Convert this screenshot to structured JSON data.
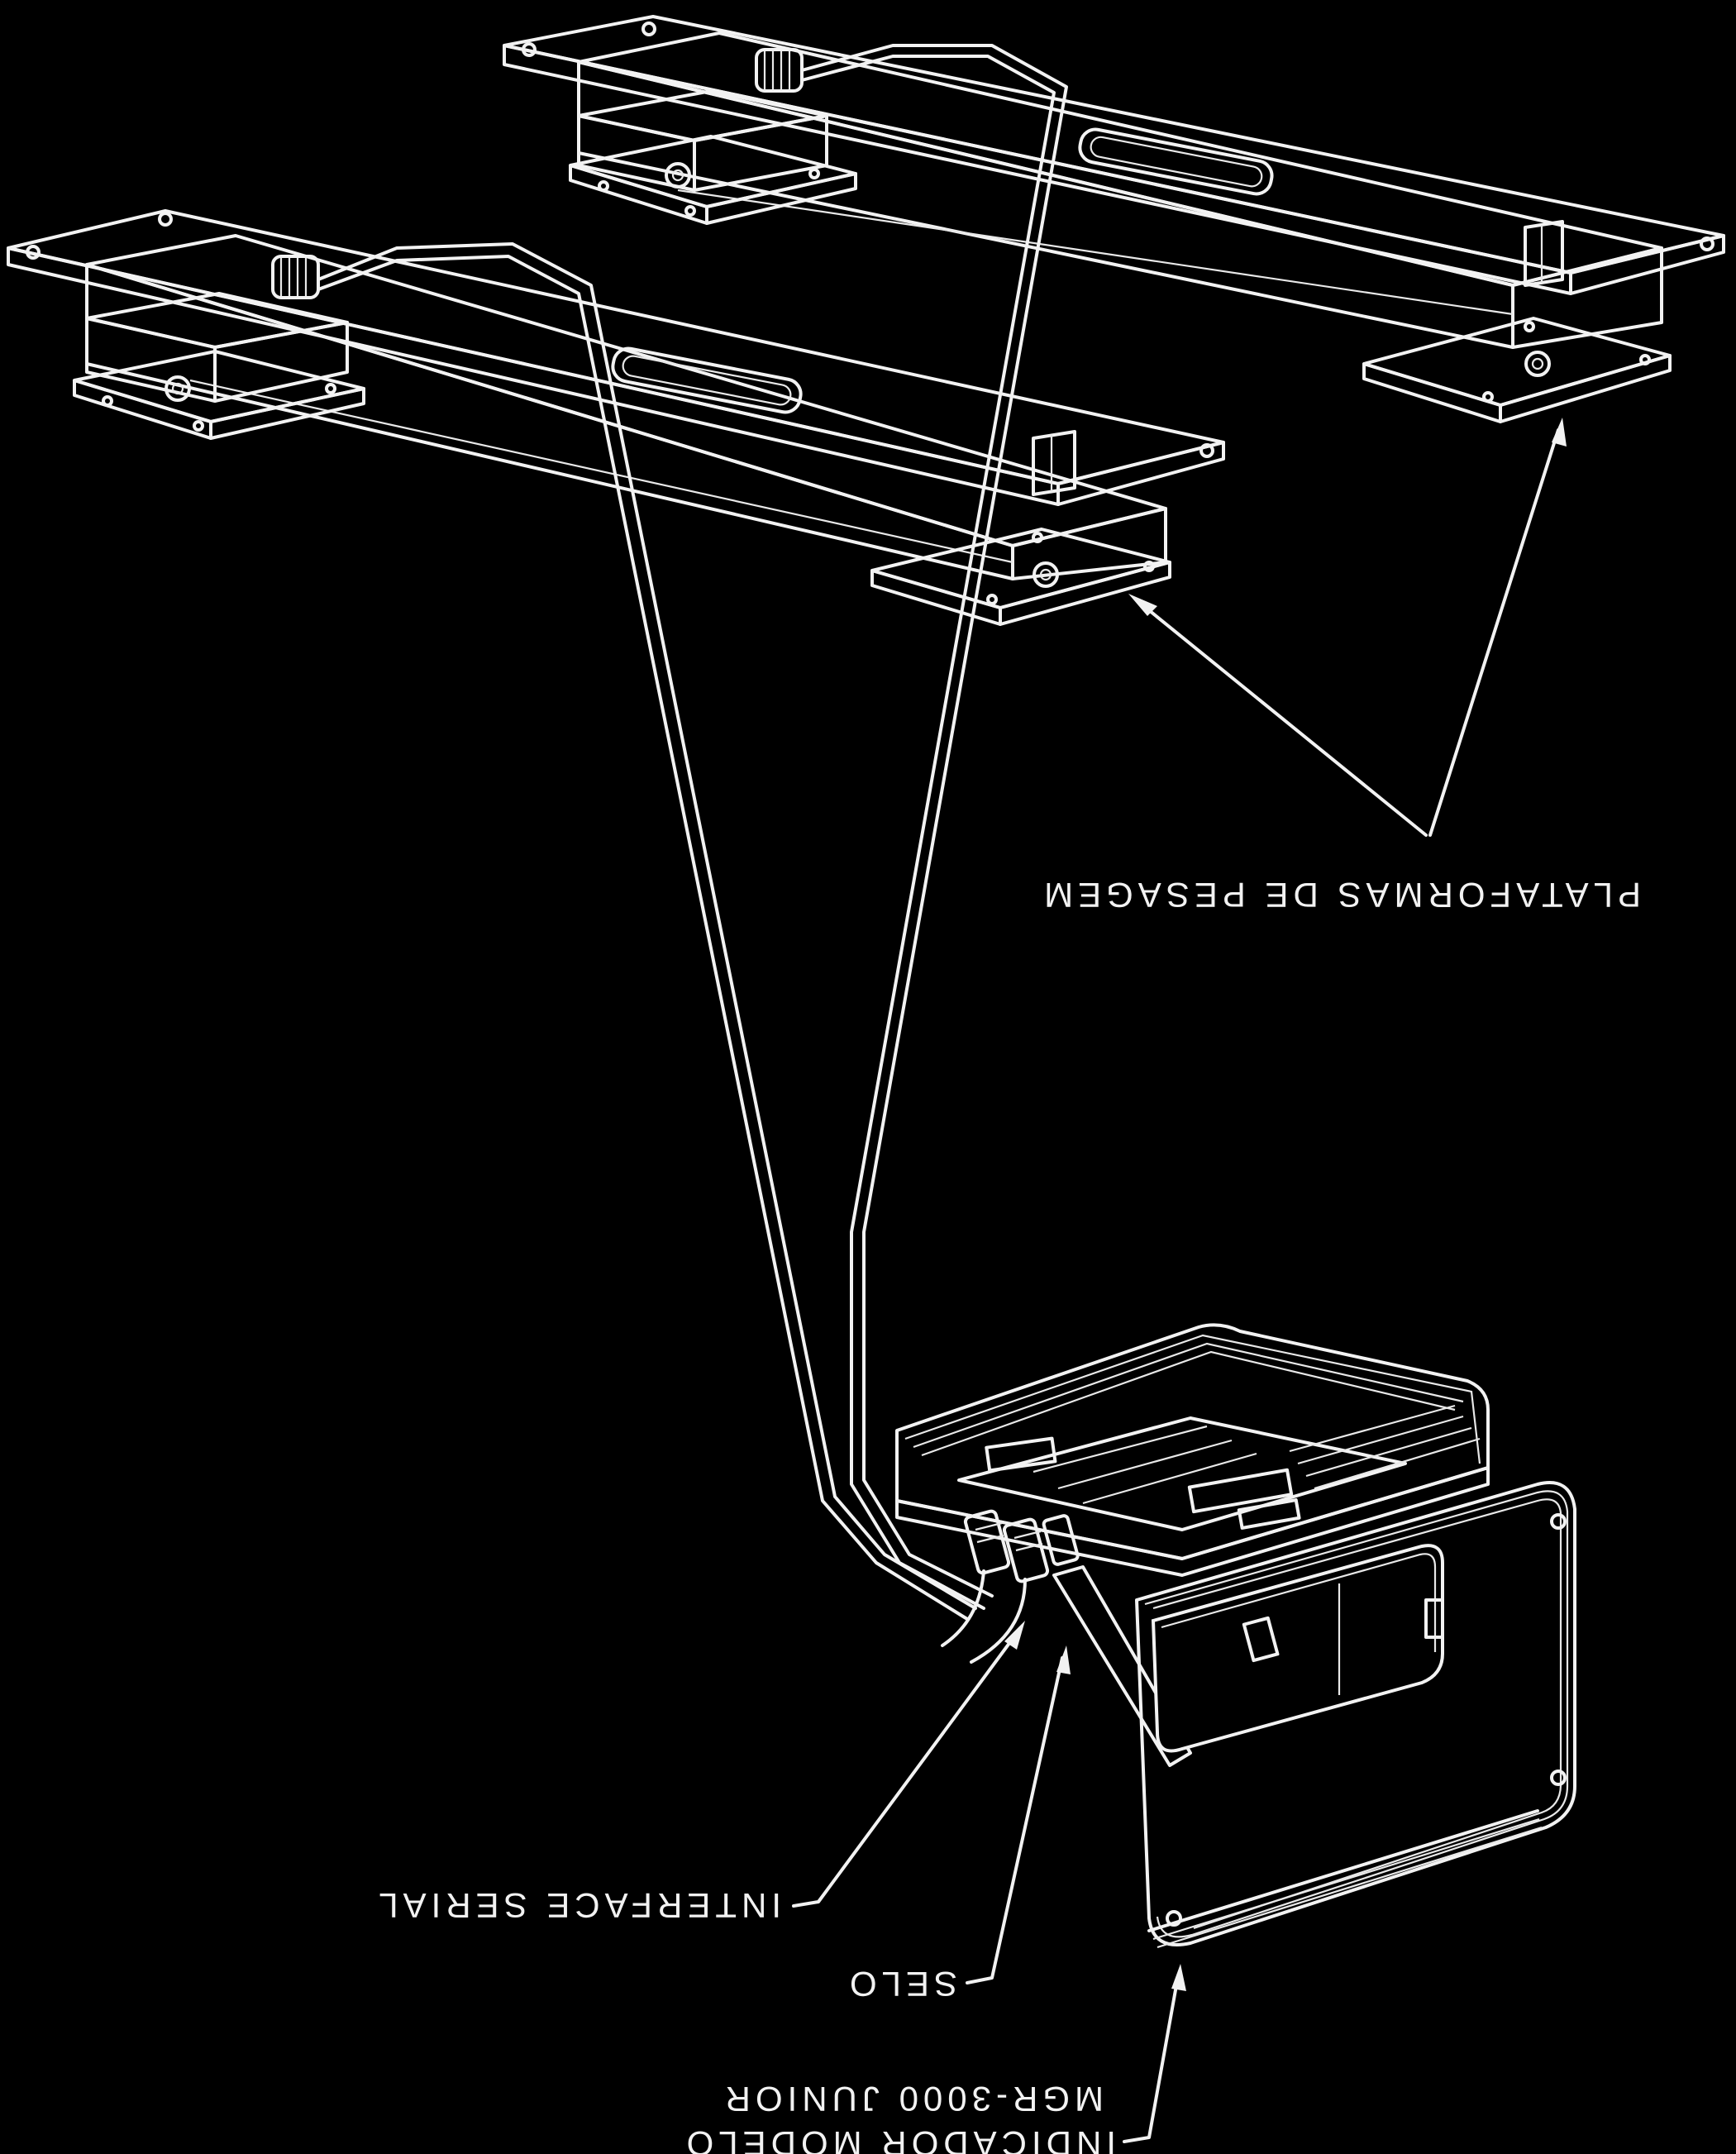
{
  "labels": {
    "platforms": "PLATAFORMAS DE PESAGEM",
    "serial": "INTERFACE SERIAL",
    "seal": "SELO",
    "indicator_line1": "INDICADOR MODELO",
    "indicator_line2": "MGR-3000 JUNIOR"
  },
  "colors": {
    "background": "#000000",
    "linework": "#f2f2f2"
  }
}
